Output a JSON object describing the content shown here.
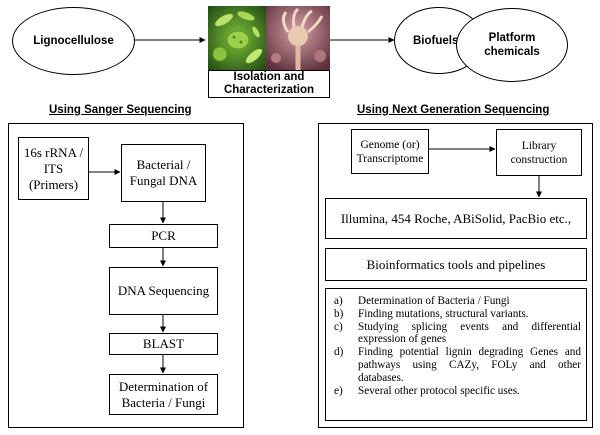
{
  "top": {
    "source": "Lignocellulose",
    "process": "Isolation and Characterization",
    "product_1": "Biofuels",
    "product_2": "Platform chemicals"
  },
  "sanger": {
    "heading": "Using Sanger Sequencing",
    "primers": "16s rRNA / ITS (Primers)",
    "dna": "Bacterial / Fungal DNA",
    "pcr": "PCR",
    "sequencing": "DNA Sequencing",
    "blast": "BLAST",
    "result": "Determination of Bacteria / Fungi"
  },
  "ngs": {
    "heading": "Using Next Generation Sequencing",
    "genome": "Genome (or) Transcriptome",
    "library": "Library construction",
    "platforms": "Illumina, 454 Roche, ABiSolid, PacBio etc.,",
    "bioinformatics": "Bioinformatics tools and pipelines",
    "outcomes": [
      {
        "marker": "a)",
        "text": "Determination of Bacteria / Fungi"
      },
      {
        "marker": "b)",
        "text": "Finding mutations, structural variants."
      },
      {
        "marker": "c)",
        "text": "Studying splicing events and differential expression of genes"
      },
      {
        "marker": "d)",
        "text": "Finding potential lignin degrading Genes and pathways using CAZy, FOLy and other databases."
      },
      {
        "marker": "e)",
        "text": "Several other protocol specific uses."
      }
    ]
  },
  "colors": {
    "line": "#000000",
    "background": "#ffffff"
  },
  "icons": [
    "microbe-image-icon"
  ]
}
